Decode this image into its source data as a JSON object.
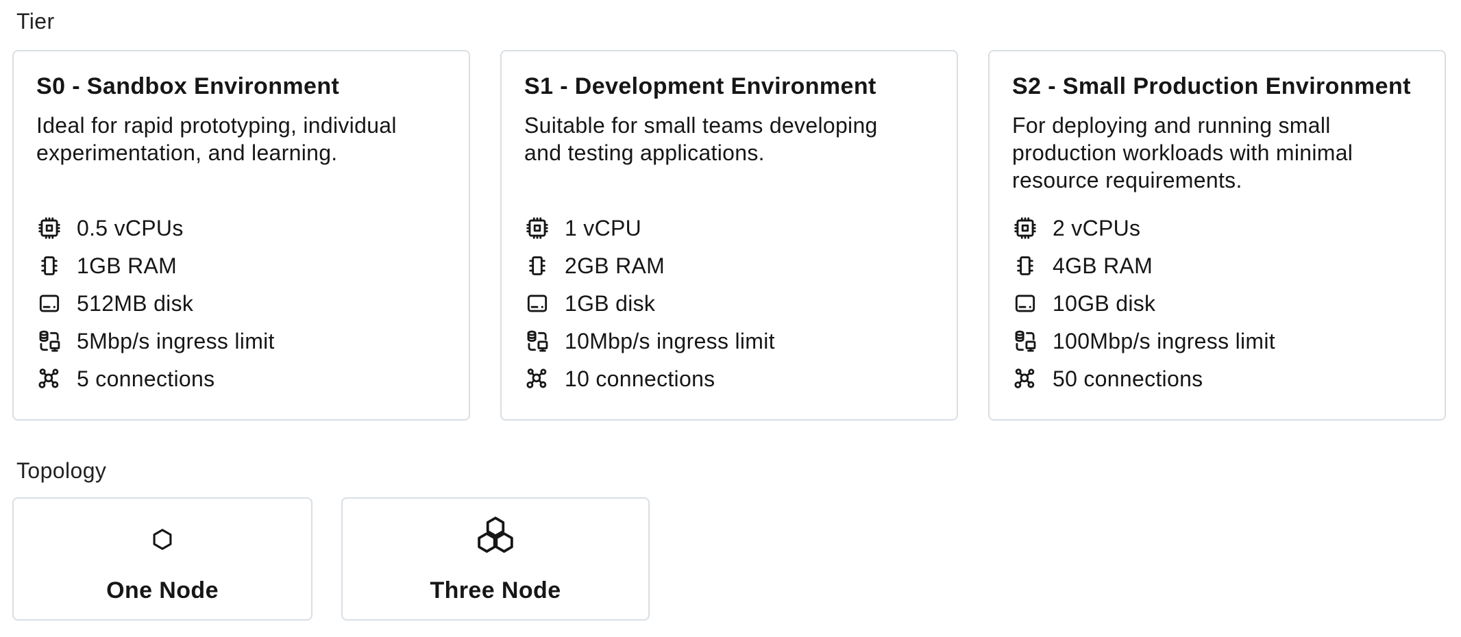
{
  "colors": {
    "card_border": "#d8dfe5",
    "text": "#161616",
    "background": "#ffffff"
  },
  "sections": {
    "tier": {
      "label": "Tier",
      "options": [
        {
          "title": "S0 - Sandbox Environment",
          "description": "Ideal for rapid prototyping, individual\nexperimentation, and learning.",
          "specs": [
            {
              "icon": "cpu-icon",
              "label": "0.5 vCPUs"
            },
            {
              "icon": "ram-icon",
              "label": "1GB RAM"
            },
            {
              "icon": "disk-icon",
              "label": "512MB disk"
            },
            {
              "icon": "ingress-icon",
              "label": "5Mbp/s ingress limit"
            },
            {
              "icon": "connections-icon",
              "label": "5 connections"
            }
          ]
        },
        {
          "title": "S1 - Development Environment",
          "description": "Suitable for small teams developing\nand testing applications.",
          "specs": [
            {
              "icon": "cpu-icon",
              "label": "1 vCPU"
            },
            {
              "icon": "ram-icon",
              "label": "2GB RAM"
            },
            {
              "icon": "disk-icon",
              "label": "1GB disk"
            },
            {
              "icon": "ingress-icon",
              "label": "10Mbp/s ingress limit"
            },
            {
              "icon": "connections-icon",
              "label": "10 connections"
            }
          ]
        },
        {
          "title": "S2 - Small Production Environment",
          "description": "For deploying and running small\nproduction workloads with minimal\nresource requirements.",
          "specs": [
            {
              "icon": "cpu-icon",
              "label": "2 vCPUs"
            },
            {
              "icon": "ram-icon",
              "label": "4GB RAM"
            },
            {
              "icon": "disk-icon",
              "label": "10GB disk"
            },
            {
              "icon": "ingress-icon",
              "label": "100Mbp/s ingress limit"
            },
            {
              "icon": "connections-icon",
              "label": "50 connections"
            }
          ]
        }
      ]
    },
    "topology": {
      "label": "Topology",
      "options": [
        {
          "icon": "one-node-icon",
          "label": "One Node"
        },
        {
          "icon": "three-nodes-icon",
          "label": "Three Node"
        }
      ]
    }
  }
}
